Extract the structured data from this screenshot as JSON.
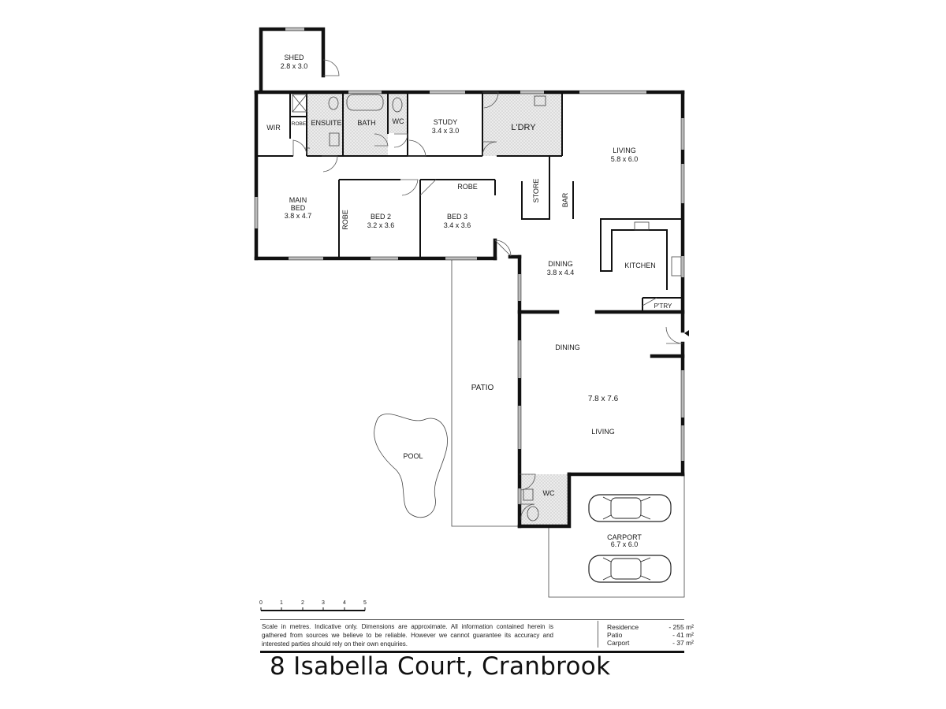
{
  "rooms": {
    "shed": {
      "name": "SHED",
      "dims": "2.8 x 3.0"
    },
    "wir": {
      "name": "WIR"
    },
    "robe_ensuite": {
      "name": "ROBE"
    },
    "ensuite": {
      "name": "ENSUITE"
    },
    "bath": {
      "name": "BATH"
    },
    "wc_top": {
      "name": "WC"
    },
    "study": {
      "name": "STUDY",
      "dims": "3.4 x 3.0"
    },
    "laundry": {
      "name": "L'DRY"
    },
    "living_top": {
      "name": "LIVING",
      "dims": "5.8 x 6.0"
    },
    "store": {
      "name": "STORE"
    },
    "bar": {
      "name": "BAR"
    },
    "main_bed": {
      "name": "MAIN",
      "name2": "BED",
      "dims": "3.8 x 4.7"
    },
    "robe_bed2": {
      "name": "ROBE"
    },
    "bed2": {
      "name": "BED 2",
      "dims": "3.2 x 3.6"
    },
    "bed3": {
      "name": "BED 3",
      "dims": "3.4 x 3.6"
    },
    "robe_bed3": {
      "name": "ROBE"
    },
    "kitchen": {
      "name": "KITCHEN"
    },
    "dining_top": {
      "name": "DINING",
      "dims": "3.8 x 4.4"
    },
    "pantry": {
      "name": "P'TRY"
    },
    "dining_bottom": {
      "name": "DINING"
    },
    "family_dims": {
      "dims": "7.8 x 7.6"
    },
    "living_bottom": {
      "name": "LIVING"
    },
    "patio": {
      "name": "PATIO"
    },
    "pool": {
      "name": "POOL"
    },
    "wc_bottom": {
      "name": "WC"
    },
    "carport": {
      "name": "CARPORT",
      "dims": "6.7 x 6.0"
    }
  },
  "scale": {
    "ticks": [
      "0",
      "1",
      "2",
      "3",
      "4",
      "5"
    ]
  },
  "disclaimer": "Scale in metres. Indicative only. Dimensions are approximate.  All information contained herein is gathered from sources we believe to be reliable. However we cannot guarantee its accuracy and interested parties should rely on their own enquiries.",
  "areas": [
    {
      "label": "Residence",
      "value": "-  255 m²"
    },
    {
      "label": "Patio",
      "value": "-    41 m²"
    },
    {
      "label": "Carport",
      "value": "-    37 m²"
    }
  ],
  "address": "8 Isabella Court, Cranbrook"
}
